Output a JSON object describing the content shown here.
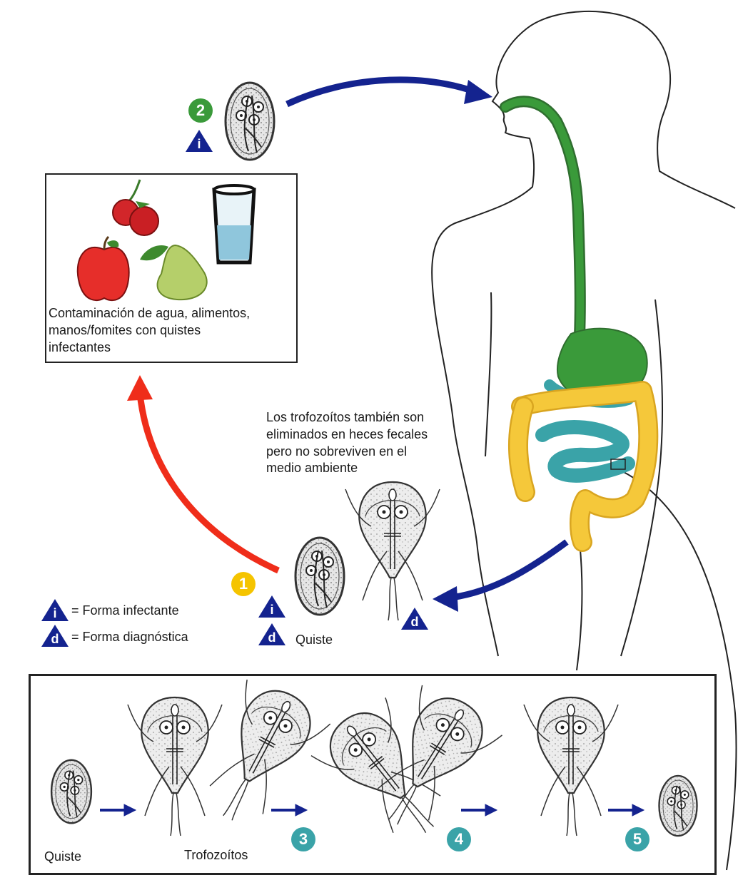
{
  "steps": {
    "step1": "1",
    "step2": "2",
    "step3": "3",
    "step4": "4",
    "step5": "5"
  },
  "markers": {
    "infective": "i",
    "diagnostic": "d"
  },
  "contamination_box": {
    "text_line1": "Contaminación de agua, alimentos,",
    "text_line2": "manos/fomites con quistes",
    "text_line3": "infectantes"
  },
  "trophozoite_note": {
    "line1": "Los trofozoítos también son",
    "line2": "eliminados en heces fecales",
    "line3": "pero no sobreviven en el",
    "line4": "medio ambiente"
  },
  "legend": {
    "infective_label": "= Forma infectante",
    "diagnostic_label": "= Forma diagnóstica"
  },
  "labels": {
    "cyst_main": "Quiste",
    "cyst_bottom": "Quiste",
    "trophozoites_bottom": "Trofozoítos"
  },
  "colors": {
    "arrow_blue": "#14238f",
    "arrow_red": "#ef2d1a",
    "esophagus_green": "#3a9a3a",
    "colon_yellow": "#f5c83a",
    "small_intestine_teal": "#3aa3a8",
    "badge_green": "#3a9a3a",
    "badge_yellow": "#f5c400",
    "badge_teal": "#3aa3a8",
    "marker_navy": "#14238f"
  },
  "icons": [
    "cyst-icon",
    "trophozoite-icon",
    "raspberry-icon",
    "apple-icon",
    "pear-icon",
    "water-glass-icon"
  ]
}
